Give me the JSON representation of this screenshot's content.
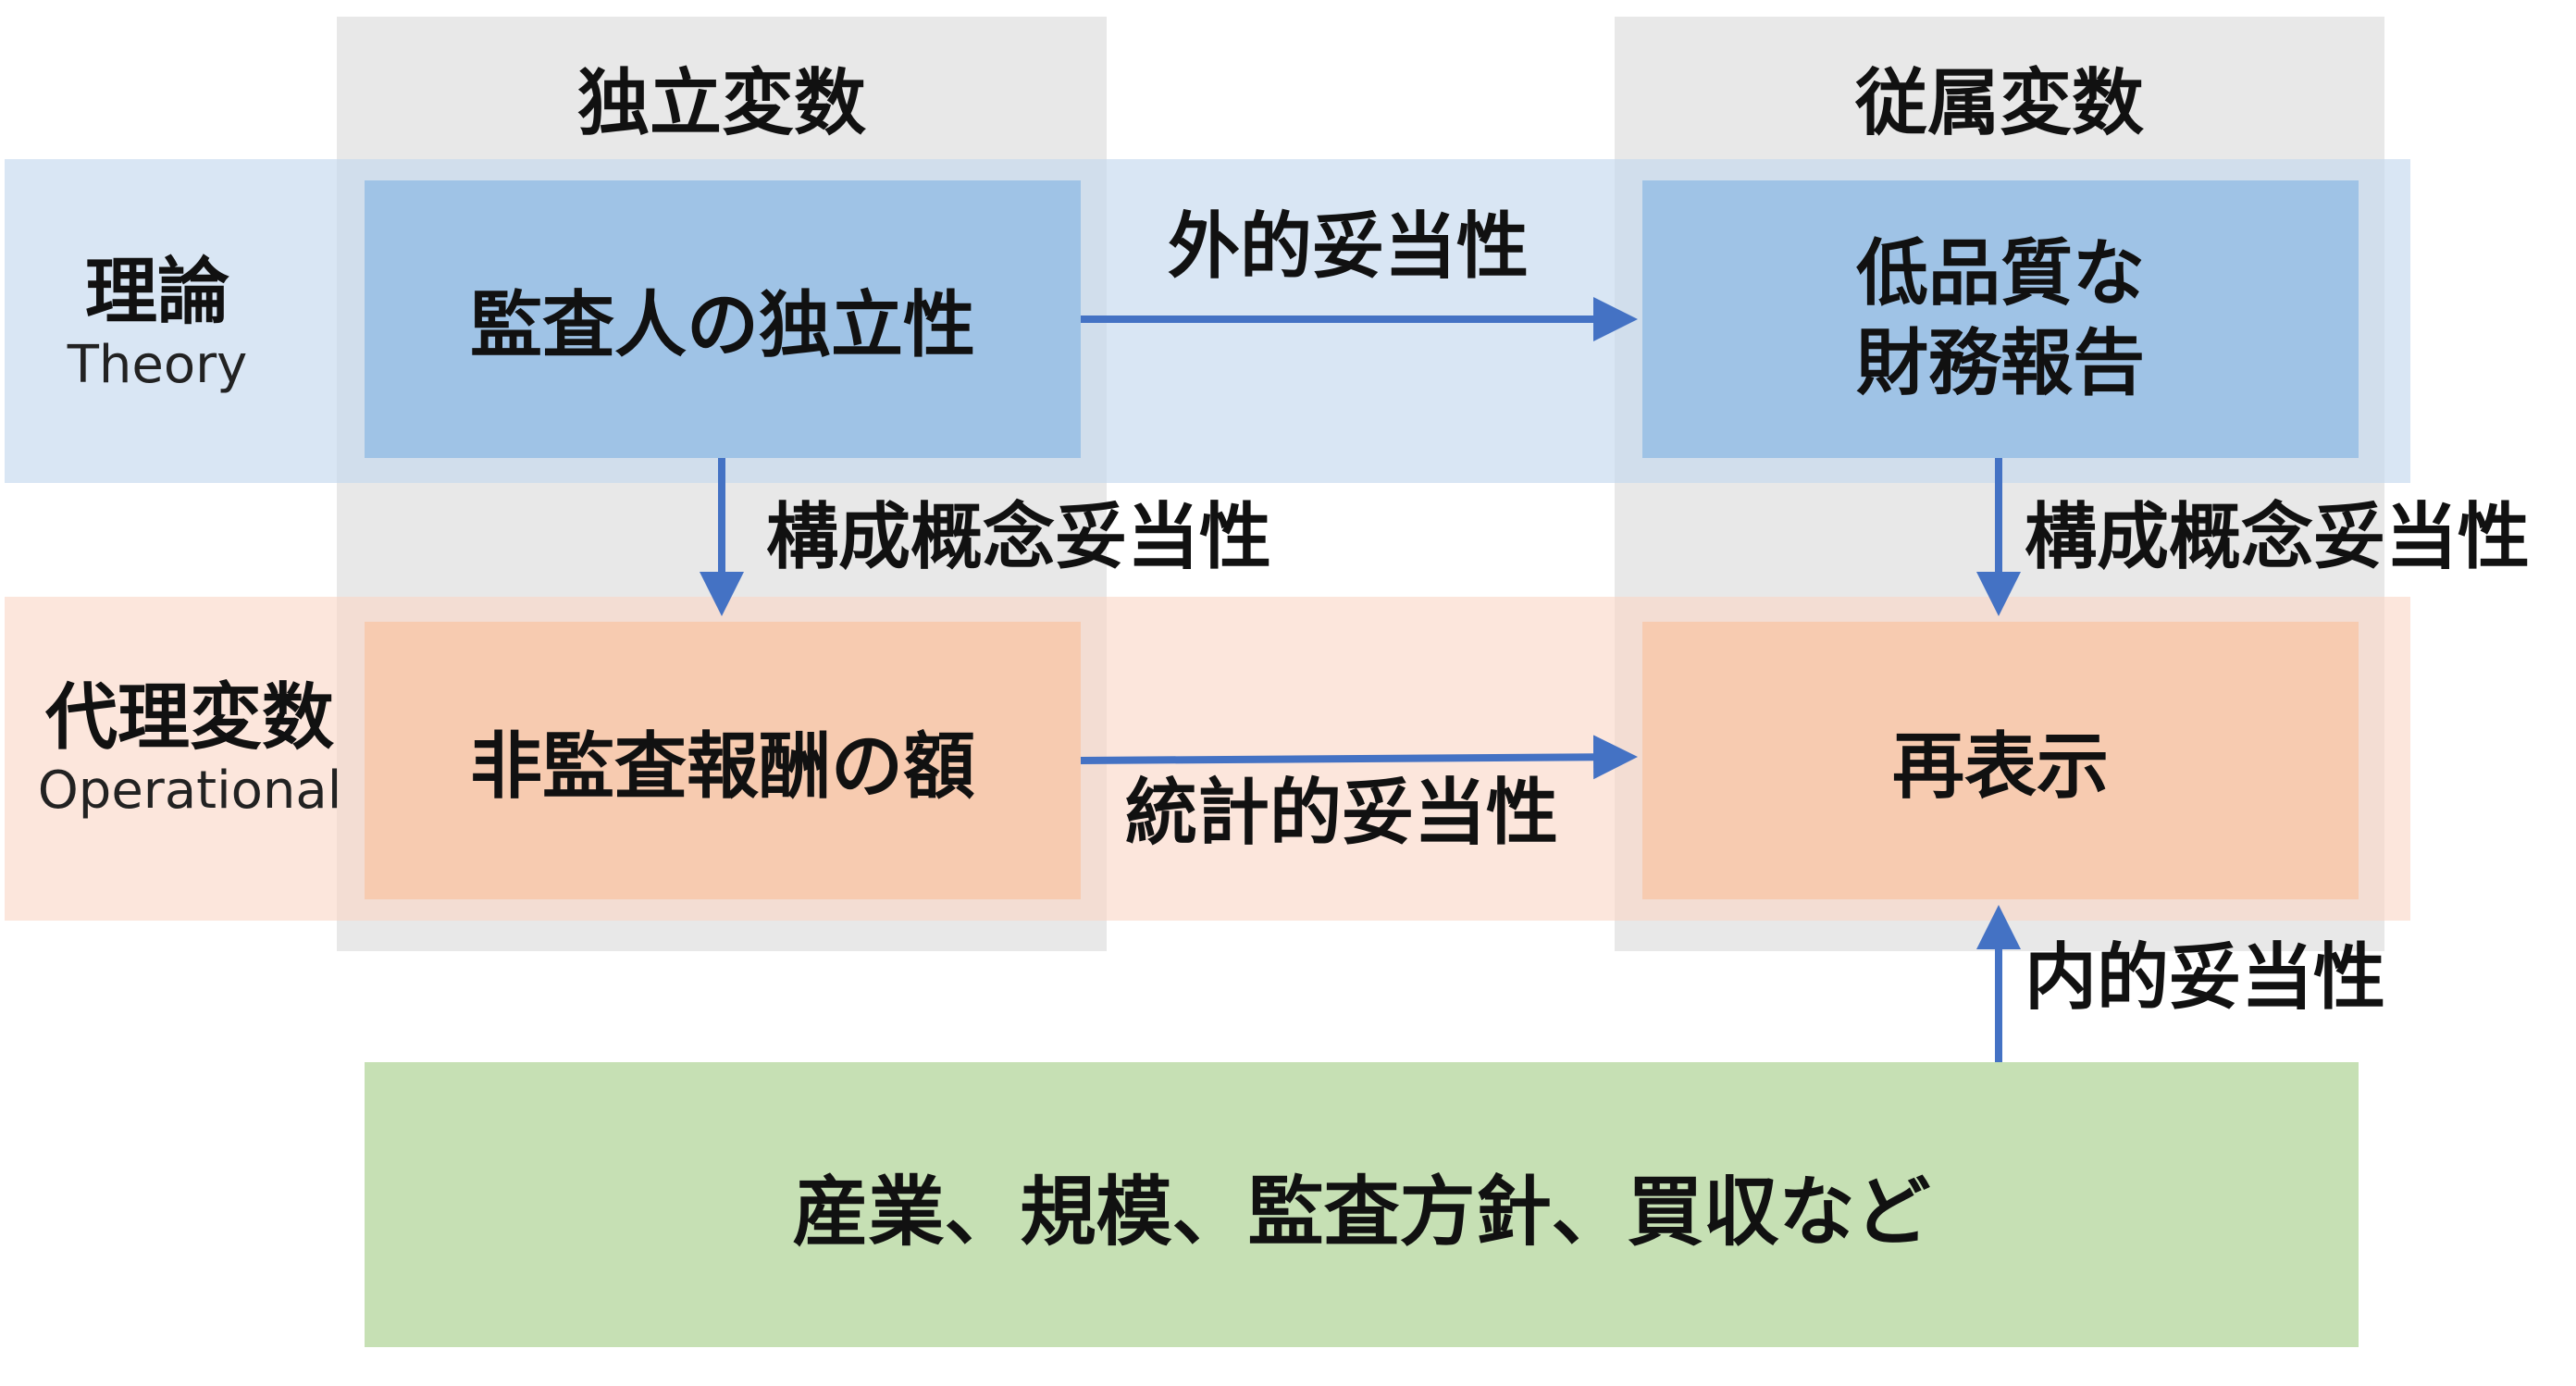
{
  "columns": {
    "independent": "独立変数",
    "dependent": "従属変数"
  },
  "rows": {
    "theory": {
      "label": "理論",
      "sublabel": "Theory"
    },
    "operational": {
      "label": "代理変数",
      "sublabel": "Operational"
    }
  },
  "boxes": {
    "theory_independent": "監査人の独立性",
    "theory_dependent_line1": "低品質な",
    "theory_dependent_line2": "財務報告",
    "oper_independent": "非監査報酬の額",
    "oper_dependent": "再表示",
    "controls": "産業、規模、監査方針、買収など"
  },
  "arrows": {
    "external_validity": "外的妥当性",
    "construct_validity_left": "構成概念妥当性",
    "construct_validity_right": "構成概念妥当性",
    "statistical_validity": "統計的妥当性",
    "internal_validity": "内的妥当性"
  },
  "colors": {
    "arrow": "#4472c4",
    "column_bg": "#e8e8e8",
    "theory_band": "#d7e3f1",
    "operational_band": "#fbe2d6",
    "blue_box": "#9fc3e6",
    "orange_box": "#f7cbb0",
    "green_box": "#c6e0b4"
  }
}
